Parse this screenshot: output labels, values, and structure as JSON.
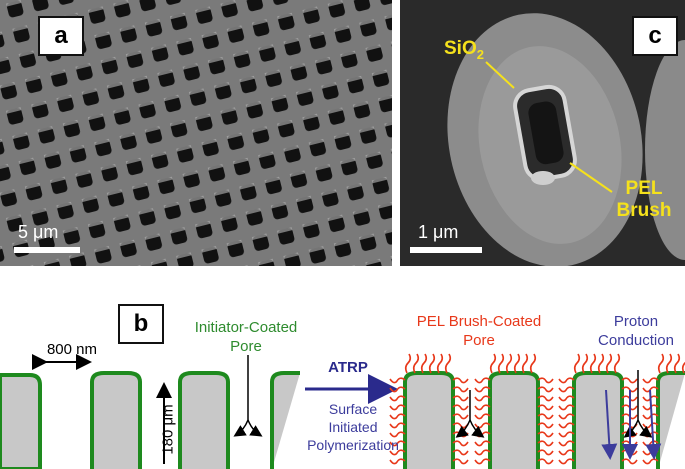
{
  "panel_a": {
    "label": "a",
    "scale_bar": "5 μm"
  },
  "panel_c": {
    "label": "c",
    "scale_bar": "1 μm",
    "sio2": "SiO",
    "sio2_sub": "2",
    "pel_line1": "PEL",
    "pel_line2": "Brush"
  },
  "panel_b": {
    "label": "b",
    "initiator_line1": "Initiator-Coated",
    "initiator_line2": "Pore",
    "width_label": "800 nm",
    "depth_label": "180 μm",
    "atrp": "ATRP",
    "sip_line1": "Surface",
    "sip_line2": "Initiated",
    "sip_line3": "Polymerization",
    "pel_coated_line1": "PEL Brush-Coated",
    "pel_coated_line2": "Pore",
    "proton_line1": "Proton",
    "proton_line2": "Conduction"
  },
  "colors": {
    "green": "#1e8a1e",
    "red": "#e8381a",
    "blue": "#3c3c9c",
    "gray": "#c8c8c8",
    "yellow": "#f5e11c"
  }
}
